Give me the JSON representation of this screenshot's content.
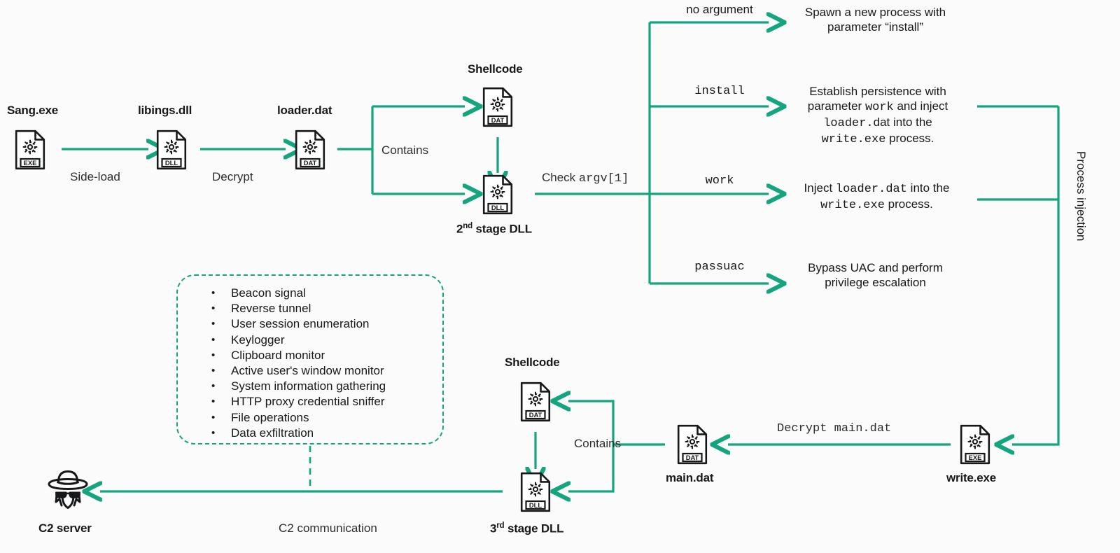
{
  "diagram": {
    "title": "Malware execution chain",
    "accent_color": "#14a57f",
    "text_color": "#17181a",
    "background": "#fbfbfb"
  },
  "nodes": {
    "sang_exe": {
      "label": "Sang.exe",
      "icon": "file-exe-icon",
      "ext": "EXE"
    },
    "libings_dll": {
      "label": "libings.dll",
      "icon": "file-dll-icon",
      "ext": "DLL"
    },
    "loader_dat": {
      "label": "loader.dat",
      "icon": "file-dat-icon",
      "ext": "DAT"
    },
    "shellcode_top": {
      "label": "Shellcode",
      "icon": "file-dat-icon",
      "ext": "DAT"
    },
    "second_stage_dll": {
      "label_prefix": "2",
      "label_sup": "nd",
      "label_suffix": " stage DLL",
      "icon": "file-dll-icon",
      "ext": "DLL"
    },
    "shellcode_bottom": {
      "label": "Shellcode",
      "icon": "file-dat-icon",
      "ext": "DAT"
    },
    "third_stage_dll": {
      "label_prefix": "3",
      "label_sup": "rd",
      "label_suffix": " stage DLL",
      "icon": "file-dll-icon",
      "ext": "DLL"
    },
    "main_dat": {
      "label": "main.dat",
      "icon": "file-dat-icon",
      "ext": "DAT"
    },
    "write_exe": {
      "label": "write.exe",
      "icon": "file-exe-icon",
      "ext": "EXE"
    },
    "c2_server": {
      "label": "C2 server",
      "icon": "spy-hacker-icon"
    }
  },
  "edges": {
    "side_load": "Side-load",
    "decrypt": "Decrypt",
    "contains_top": "Contains",
    "contains_bottom": "Contains",
    "check_argv_prefix": "Check ",
    "check_argv_code": "argv[1]",
    "decrypt_main_prefix": "Decrypt ",
    "decrypt_main_code": "main.dat",
    "c2_communication": "C2 communication",
    "process_injection": "Process injection"
  },
  "branches": [
    {
      "arg": "no argument",
      "arg_mono": false
    },
    {
      "arg": "install",
      "arg_mono": true
    },
    {
      "arg": "work",
      "arg_mono": true
    },
    {
      "arg": "passuac",
      "arg_mono": true
    }
  ],
  "branch_descriptions": {
    "no_argument": {
      "line1": "Spawn a new process with",
      "line2_a": "parameter ",
      "line2_quoted": "“install”"
    },
    "install": {
      "line1": "Establish persistence with",
      "line2_a": "parameter ",
      "line2_code": "work",
      "line2_b": " and inject",
      "line3_code": "loader.",
      "line3_b": "dat into the",
      "line4_code": "write.exe",
      "line4_b": " process."
    },
    "work": {
      "line1_a": "Inject ",
      "line1_code": "loader.dat",
      "line1_b": " into the",
      "line2_code": "write.exe",
      "line2_b": " process."
    },
    "passuac": {
      "line1": "Bypass UAC and perform",
      "line2": "privilege escalation"
    }
  },
  "capabilities": [
    "Beacon signal",
    "Reverse tunnel",
    "User session enumeration",
    "Keylogger",
    "Clipboard monitor",
    "Active user's window monitor",
    "System information gathering",
    "HTTP proxy credential sniffer",
    "File operations",
    "Data exfiltration"
  ]
}
